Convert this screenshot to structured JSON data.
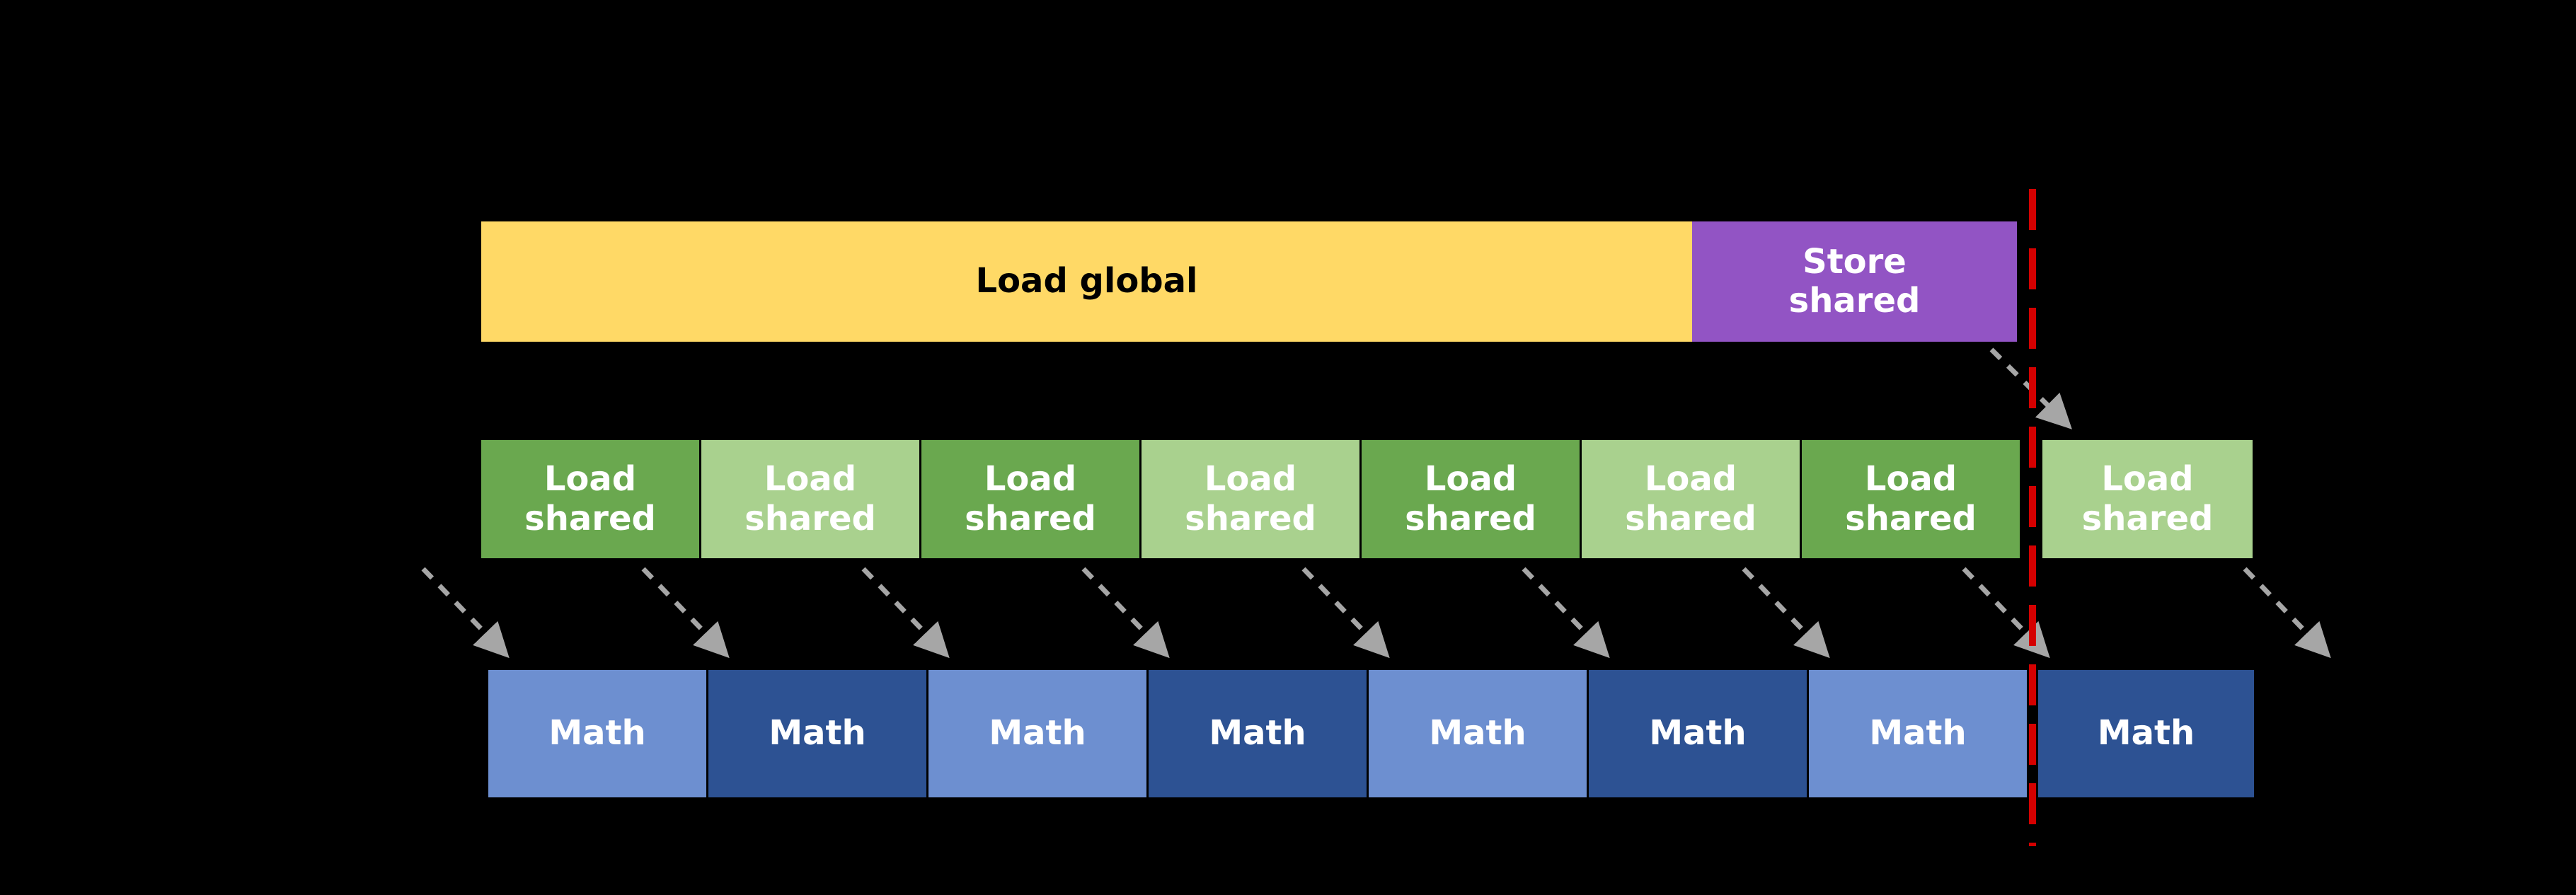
{
  "diagram": {
    "background": "#000000",
    "top_row": {
      "load_global": {
        "label": "Load global",
        "fill": "#FFD966",
        "text": "#000000"
      },
      "store_shared": {
        "label": "Store\nshared",
        "fill": "#9254C4",
        "text": "#FFFFFF"
      }
    },
    "shared_row": {
      "label": "Load\nshared",
      "text": "#FFFFFF",
      "fill_dark": "#6AA84F",
      "fill_light": "#A9D18E",
      "pattern": [
        "dark",
        "light",
        "dark",
        "light",
        "dark",
        "light",
        "dark",
        "light"
      ]
    },
    "math_row": {
      "label": "Math",
      "text": "#FFFFFF",
      "fill_light": "#6D8FD0",
      "fill_dark": "#2D5293",
      "pattern": [
        "light",
        "dark",
        "light",
        "dark",
        "light",
        "dark",
        "light",
        "dark"
      ]
    },
    "iteration_boundary": {
      "color": "#D40000",
      "style": "dashed"
    },
    "arrows": {
      "color": "#A6A6A6",
      "style": "dashed"
    }
  }
}
